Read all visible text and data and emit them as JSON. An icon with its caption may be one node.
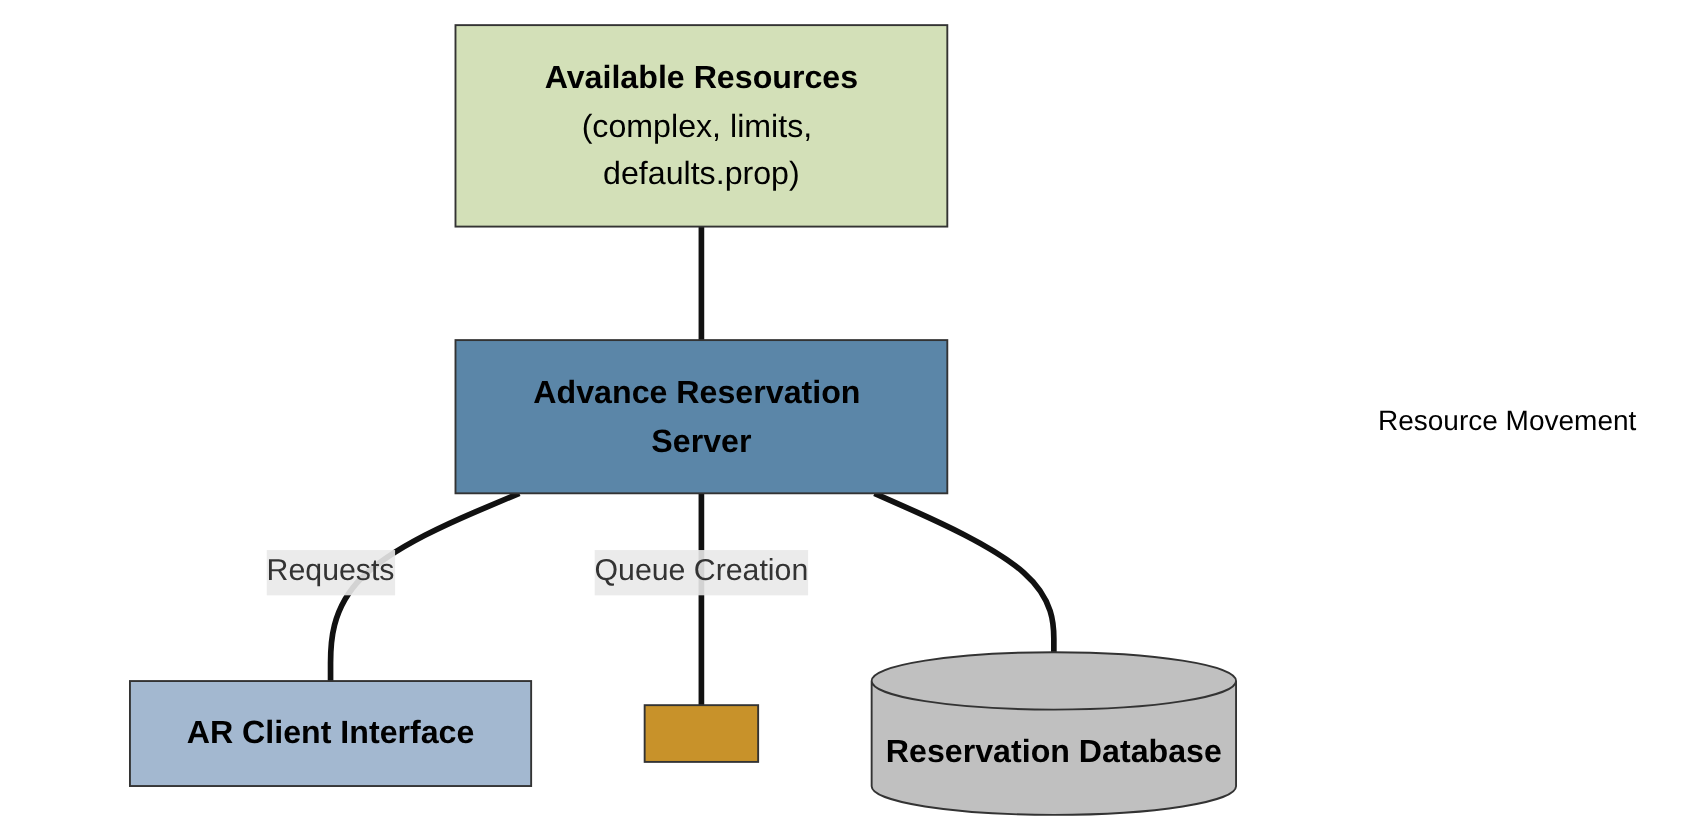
{
  "diagram": {
    "nodes": [
      {
        "text": [
          "Available Resources",
          "(complex, limits, defaults.prop)"
        ]
      },
      {
        "text": [
          "AR Client Interface"
        ]
      },
      {
        "text": [
          "Advance Reservation Server"
        ]
      },
      {
        "text": [],
        "shape": "box"
      },
      {
        "text": [
          "Reservation Database"
        ]
      }
    ],
    "edges": [
      {
        "from": 0,
        "to": 2,
        "arrow": "none"
      },
      {
        "from": 2,
        "to": 1,
        "label": "Requests",
        "arrow": "none"
      },
      {
        "from": 2,
        "to": 3,
        "label": "Queue Creation",
        "arrow": "none"
      },
      {
        "from": 2,
        "to": 4,
        "arrow": "none"
      }
    ],
    "labels": [
      "Resource Movement"
    ]
  }
}
